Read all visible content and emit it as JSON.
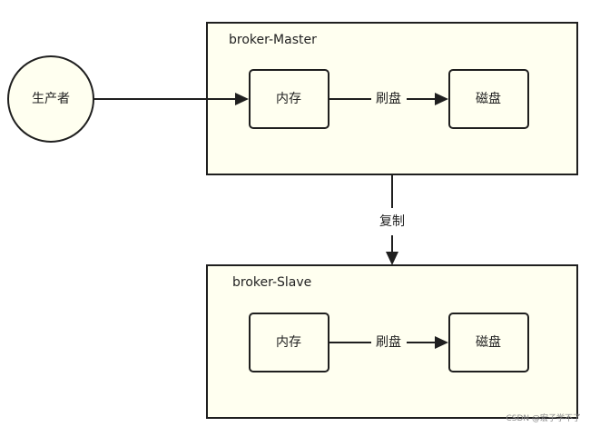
{
  "producer": {
    "label": "生产者"
  },
  "master": {
    "title": "broker-Master",
    "memory_label": "内存",
    "disk_label": "磁盘",
    "flush_label": "刷盘"
  },
  "replication_label": "复制",
  "slave": {
    "title": "broker-Slave",
    "memory_label": "内存",
    "disk_label": "磁盘",
    "flush_label": "刷盘"
  },
  "watermark": "CSDN @宏子学不了"
}
